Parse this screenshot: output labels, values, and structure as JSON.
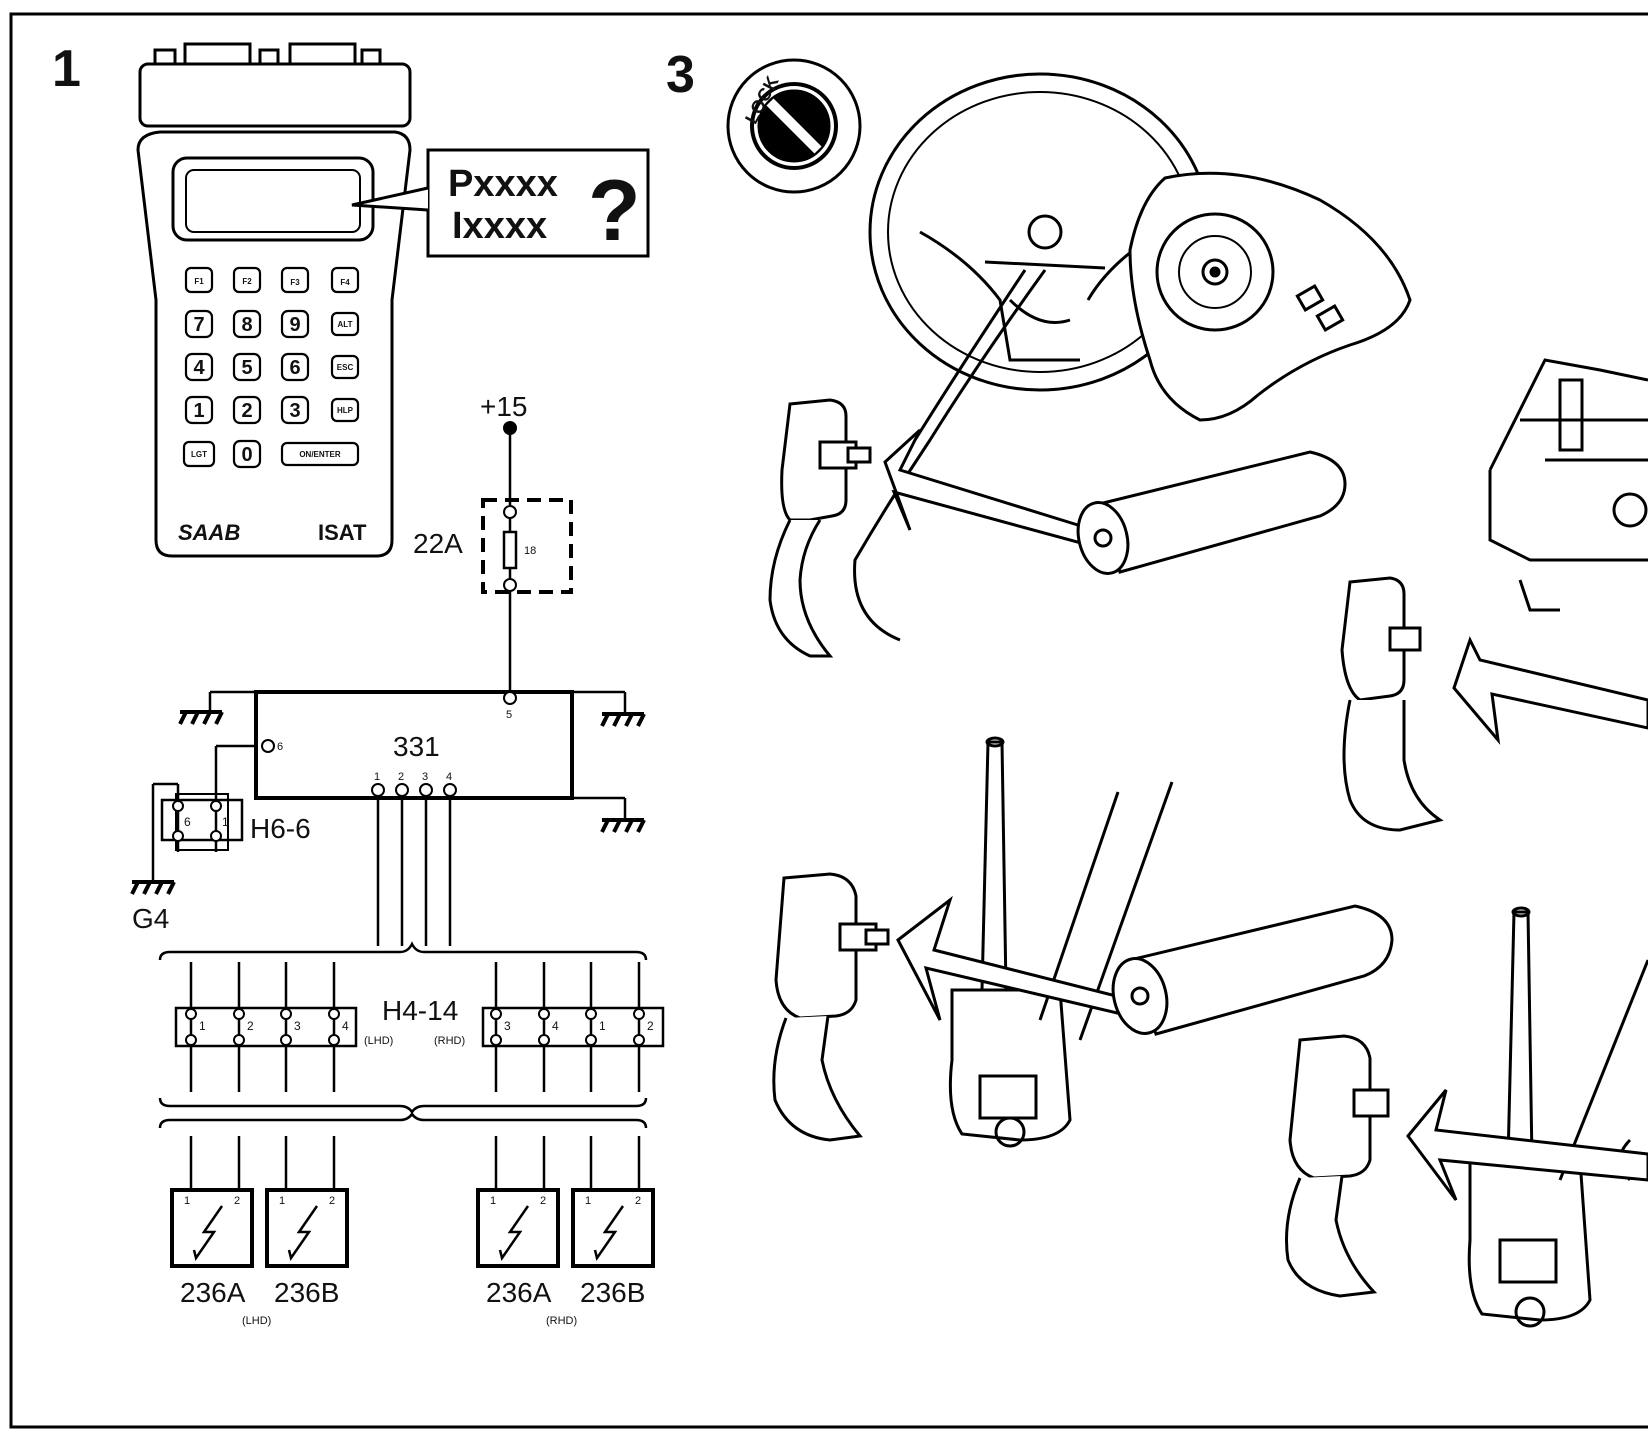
{
  "panels": {
    "left": {
      "number": "1",
      "tester": {
        "brand": "SAAB",
        "model": "ISAT",
        "screen_code_line1": "Pxxxx",
        "screen_code_line2": "Ixxxx",
        "screen_question": "?",
        "function_keys": [
          "F1",
          "F2",
          "F3",
          "F4"
        ],
        "keys_row1": [
          "7",
          "8",
          "9",
          "ALT"
        ],
        "keys_row2": [
          "4",
          "5",
          "6",
          "ESC"
        ],
        "keys_row3": [
          "1",
          "2",
          "3",
          "HLP"
        ],
        "keys_row4": [
          "LGT",
          "0",
          "ON/ENTER"
        ]
      },
      "circuit": {
        "supply": "+15",
        "fuse_label": "22A",
        "fuse_number": "18",
        "module": "331",
        "module_pin_5": "5",
        "module_pin_6": "6",
        "module_pins": [
          "1",
          "2",
          "3",
          "4"
        ],
        "connector_h6": "H6-6",
        "h6_pins": [
          "6",
          "1"
        ],
        "ground": "G4",
        "connector_h4": "H4-14",
        "h4_lhd_pins": [
          "1",
          "2",
          "3",
          "4"
        ],
        "h4_rhd_pins": [
          "3",
          "4",
          "1",
          "2"
        ],
        "lhd_tag": "(LHD)",
        "rhd_tag": "(RHD)",
        "squibs": [
          {
            "label": "236A",
            "pin1": "1",
            "pin2": "2"
          },
          {
            "label": "236B",
            "pin1": "1",
            "pin2": "2"
          },
          {
            "label": "236A",
            "pin1": "1",
            "pin2": "2"
          },
          {
            "label": "236B",
            "pin1": "1",
            "pin2": "2"
          }
        ]
      }
    },
    "right": {
      "number": "3",
      "lock_label": "LOCK"
    }
  }
}
